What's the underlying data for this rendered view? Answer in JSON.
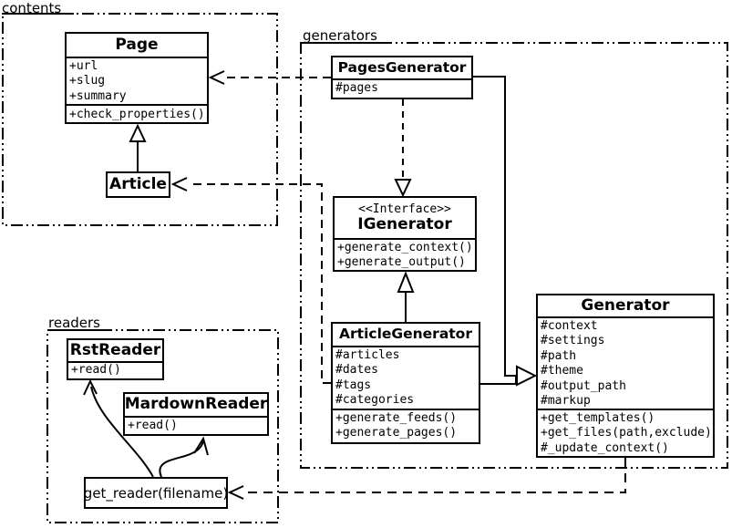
{
  "packages": {
    "contents": {
      "label": "contents"
    },
    "generators": {
      "label": "generators"
    },
    "readers": {
      "label": "readers"
    }
  },
  "classes": {
    "page": {
      "title": "Page",
      "attributes": [
        "+url",
        "+slug",
        "+summary"
      ],
      "methods": [
        "+check_properties()"
      ]
    },
    "article": {
      "title": "Article"
    },
    "pages_generator": {
      "title": "PagesGenerator",
      "attributes": [
        "#pages"
      ]
    },
    "igenerator": {
      "stereotype": "<<Interface>>",
      "title": "IGenerator",
      "methods": [
        "+generate_context()",
        "+generate_output()"
      ]
    },
    "article_generator": {
      "title": "ArticleGenerator",
      "attributes": [
        "#articles",
        "#dates",
        "#tags",
        "#categories"
      ],
      "methods": [
        "+generate_feeds()",
        "+generate_pages()"
      ]
    },
    "generator": {
      "title": "Generator",
      "attributes": [
        "#context",
        "#settings",
        "#path",
        "#theme",
        "#output_path",
        "#markup"
      ],
      "methods": [
        "+get_templates()",
        "+get_files(path,exclude)",
        "#_update_context()"
      ]
    },
    "rst_reader": {
      "title": "RstReader",
      "methods": [
        "+read()"
      ]
    },
    "markdown_reader": {
      "title": "MardownReader",
      "methods": [
        "+read()"
      ]
    },
    "get_reader": {
      "label": "get_reader(filename)"
    }
  },
  "colors": {
    "line": "#000000",
    "background": "#ffffff",
    "box_fill": "#ffffff"
  }
}
